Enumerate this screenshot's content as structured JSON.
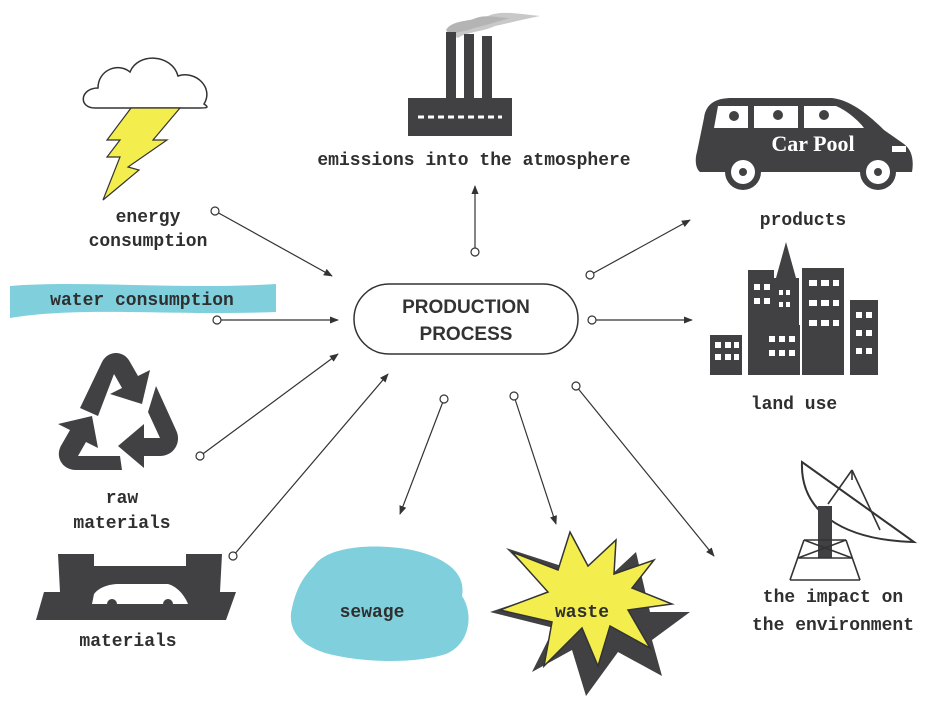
{
  "hub": {
    "line1": "PRODUCTION",
    "line2": "PROCESS"
  },
  "labels": {
    "emissions": "emissions into the atmosphere",
    "energy_1": "energy",
    "energy_2": "consumption",
    "water": "water consumption",
    "raw_1": "raw",
    "raw_2": "materials",
    "materials": "materials",
    "products": "products",
    "land_use": "land use",
    "impact_1": "the impact on",
    "impact_2": "the environment",
    "sewage": "sewage",
    "waste": "waste"
  },
  "car_sign": "Car Pool",
  "colors": {
    "dark": "#414143",
    "water": "#7fcfdc",
    "lightning": "#f3ee4e",
    "waste": "#f3ee4e",
    "line": "#333333"
  },
  "icons": [
    "cloud-lightning-icon",
    "factory-icon",
    "van-icon",
    "city-buildings-icon",
    "recycle-icon",
    "vehicle-parts-icon",
    "satellite-dish-icon",
    "sewage-puddle-icon",
    "explosion-icon"
  ]
}
